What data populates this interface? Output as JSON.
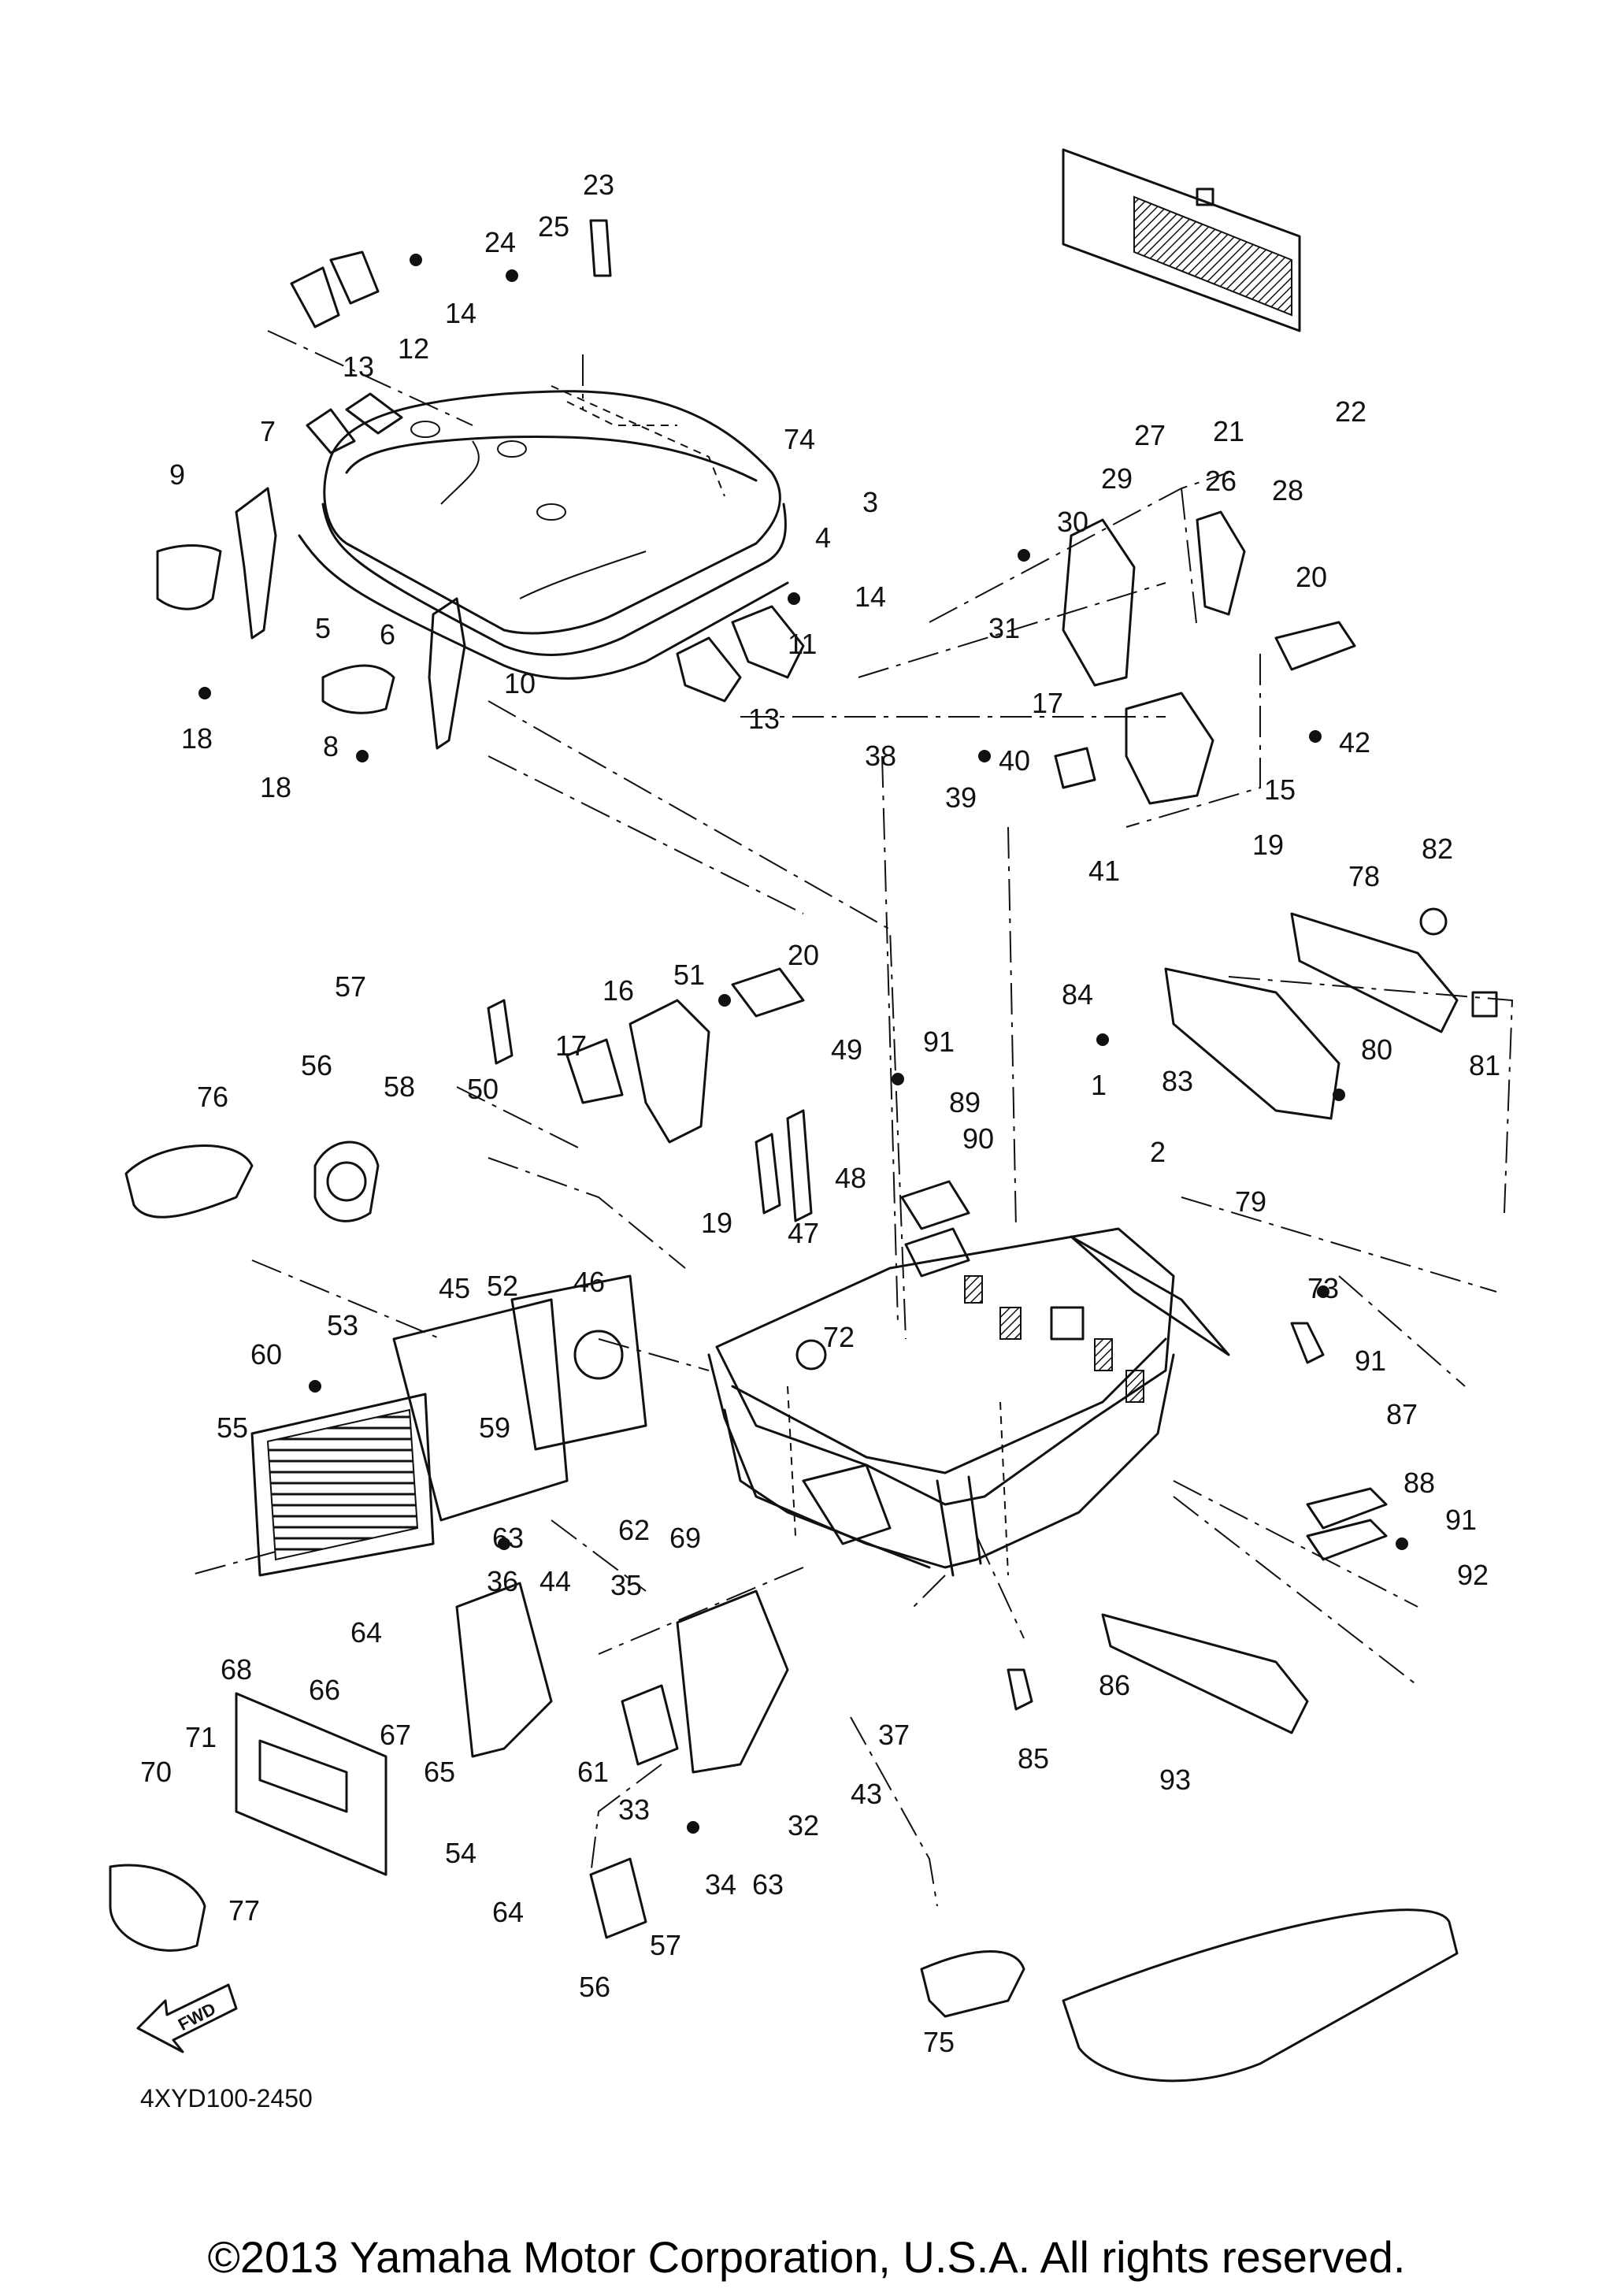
{
  "diagram_code": "4XYD100-2450",
  "fwd_label": "FWD",
  "copyright": "©2013 Yamaha Motor Corporation, U.S.A. All rights reserved.",
  "callouts": [
    "1",
    "2",
    "3",
    "4",
    "5",
    "6",
    "7",
    "8",
    "9",
    "10",
    "11",
    "12",
    "13",
    "13",
    "14",
    "14",
    "15",
    "16",
    "17",
    "17",
    "18",
    "18",
    "19",
    "19",
    "20",
    "20",
    "21",
    "22",
    "23",
    "24",
    "25",
    "26",
    "27",
    "28",
    "29",
    "30",
    "31",
    "32",
    "33",
    "34",
    "35",
    "36",
    "37",
    "38",
    "39",
    "40",
    "41",
    "42",
    "43",
    "44",
    "45",
    "46",
    "47",
    "48",
    "49",
    "50",
    "51",
    "52",
    "53",
    "54",
    "55",
    "56",
    "56",
    "57",
    "57",
    "58",
    "59",
    "60",
    "61",
    "62",
    "63",
    "63",
    "64",
    "64",
    "65",
    "66",
    "67",
    "68",
    "69",
    "70",
    "71",
    "72",
    "73",
    "74",
    "75",
    "76",
    "77",
    "78",
    "79",
    "80",
    "81",
    "82",
    "83",
    "84",
    "85",
    "86",
    "87",
    "88",
    "89",
    "90",
    "91",
    "91",
    "91",
    "92",
    "93"
  ]
}
